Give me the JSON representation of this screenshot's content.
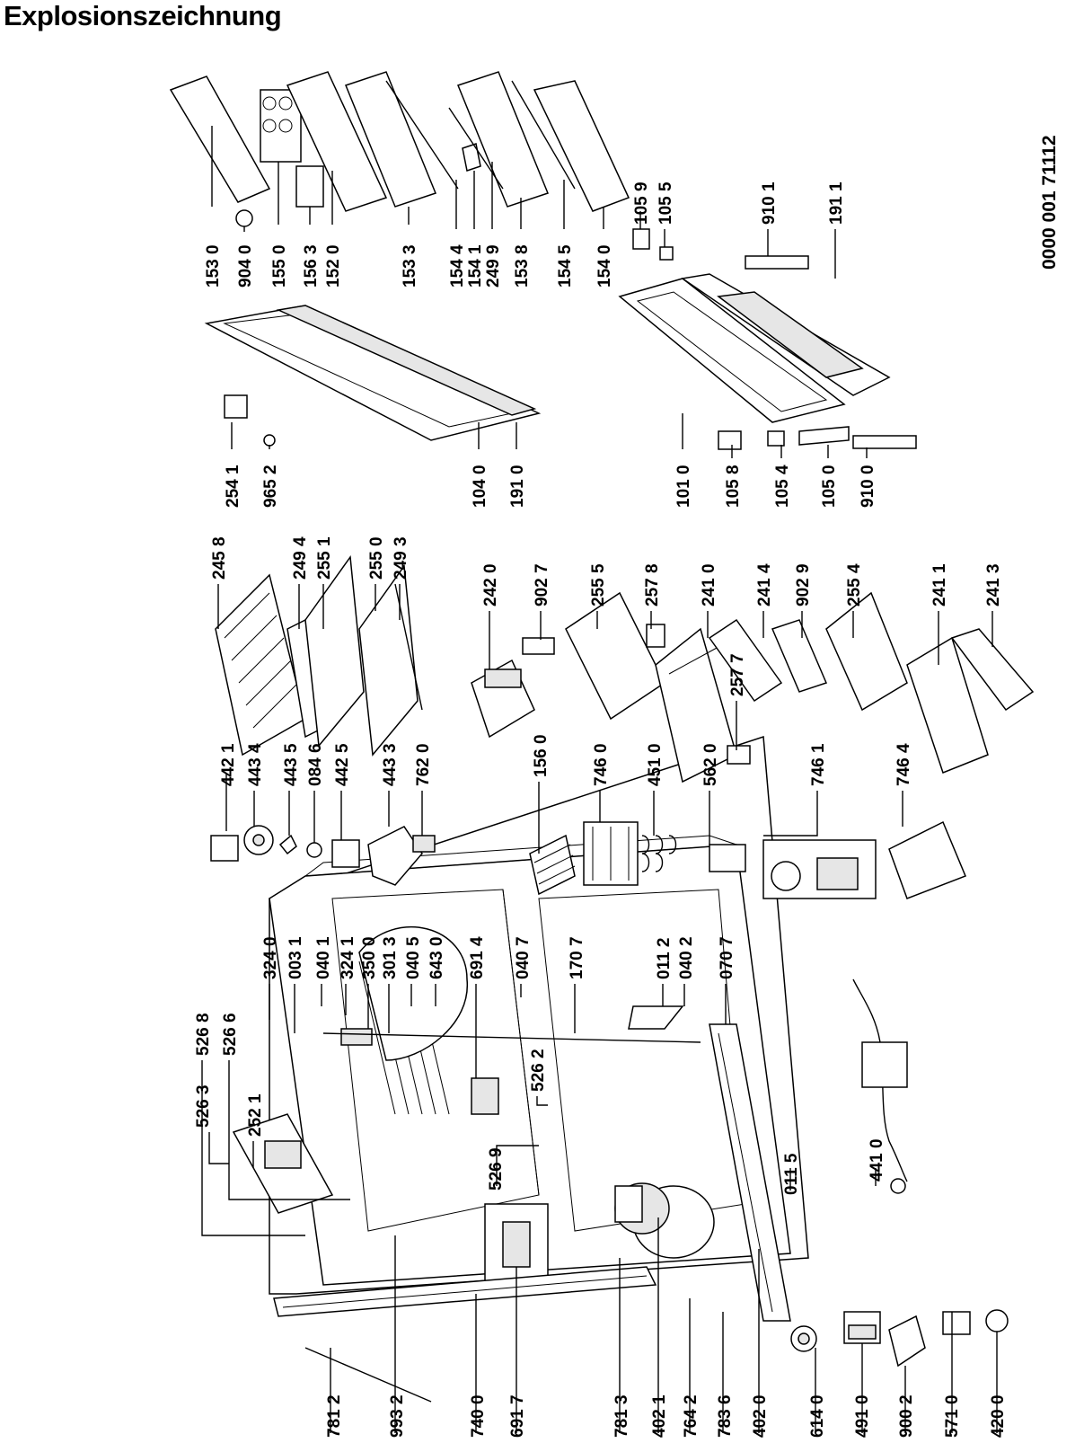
{
  "title": "Explosionszeichnung",
  "drawing_code": "0000 001  71112",
  "labels": [
    "781 2",
    "993 2",
    "740 0",
    "691 7",
    "781 3",
    "402 1",
    "764 2",
    "783 6",
    "402 0",
    "614 0",
    "491 0",
    "900 2",
    "571 0",
    "420 0",
    "526 3",
    "252 1",
    "526 8",
    "526 6",
    "324 0",
    "003 1",
    "040 1",
    "324 1",
    "350 0",
    "301 3",
    "040 5",
    "643 0",
    "691 4",
    "040 7",
    "170 7",
    "011 2",
    "040 2",
    "070 7",
    "526 9",
    "526 2",
    "011 5",
    "441 0",
    "442 1",
    "443 4",
    "443 5",
    "084 6",
    "442 5",
    "443 3",
    "762 0",
    "156 0",
    "746 0",
    "451 0",
    "562 0",
    "746 1",
    "746 4",
    "245 8",
    "249 4",
    "255 1",
    "255 0",
    "249 3",
    "242 0",
    "902 7",
    "255 5",
    "257 8",
    "241 0",
    "241 4",
    "902 9",
    "255 4",
    "241 1",
    "241 3",
    "257 7",
    "254 1",
    "965 2",
    "104 0",
    "191 0",
    "101 0",
    "105 8",
    "105 4",
    "105 0",
    "910 0",
    "153 0",
    "904 0",
    "155 0",
    "156 3",
    "152 0",
    "153 3",
    "154 4",
    "154 1",
    "249 9",
    "153 8",
    "154 5",
    "154 0",
    "105 9",
    "105 5",
    "910 1",
    "191 1"
  ]
}
